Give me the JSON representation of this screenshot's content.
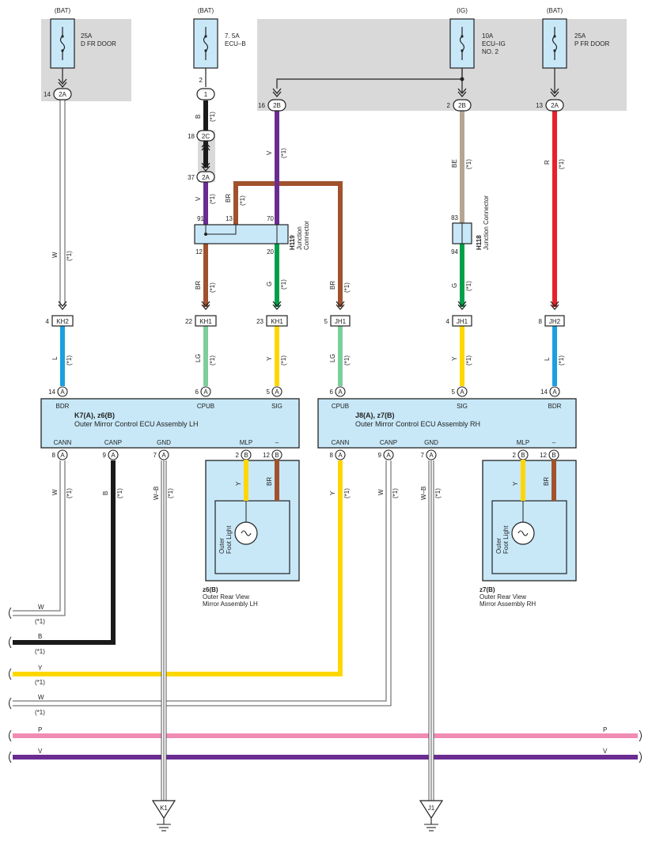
{
  "fuses": {
    "dfr": {
      "source": "(BAT)",
      "rating": "25A",
      "name": "D FR DOOR",
      "pin": "14",
      "conn": "2A"
    },
    "ecub": {
      "source": "(BAT)",
      "rating": "7. 5A",
      "name": "ECU–B",
      "pin": "2",
      "conn": "1"
    },
    "ecuig": {
      "source": "(IG)",
      "rating": "10A",
      "name1": "ECU–IG",
      "name2": "NO. 2",
      "pin": "2",
      "conn": "2B"
    },
    "pfr": {
      "source": "(BAT)",
      "rating": "25A",
      "name": "P FR DOOR",
      "pin": "13",
      "conn": "2A"
    }
  },
  "pin16": {
    "pin": "16",
    "conn": "2B"
  },
  "relay_conn": {
    "c1": {
      "pin": "18",
      "conn": "2C"
    },
    "c2": {
      "pin": "37",
      "conn": "2A"
    }
  },
  "wire_labels": {
    "W": "W",
    "B": "B",
    "V": "V",
    "BR": "BR",
    "G": "G",
    "BE": "BE",
    "R": "R",
    "L": "L",
    "LG": "LG",
    "Y": "Y",
    "WB": "W–B",
    "P": "P",
    "note": "(*1)"
  },
  "h119": {
    "id": "H119",
    "line1": "Junction",
    "line2": "Connector",
    "p91": "91",
    "p13": "13",
    "p70": "70",
    "p12": "12",
    "p20": "20"
  },
  "h118": {
    "id": "H118",
    "line1": "Junction Connector",
    "p83": "83",
    "p94": "94"
  },
  "inline_conns": [
    {
      "pin": "4",
      "conn": "KH2"
    },
    {
      "pin": "22",
      "conn": "KH1"
    },
    {
      "pin": "23",
      "conn": "KH1"
    },
    {
      "pin": "5",
      "conn": "JH1"
    },
    {
      "pin": "4",
      "conn": "JH1"
    },
    {
      "pin": "8",
      "conn": "JH2"
    }
  ],
  "ecu_lh": {
    "title": "K7(A), z6(B)",
    "name": "Outer Mirror Control ECU Assembly LH",
    "top_pins": [
      {
        "n": "14",
        "c": "A",
        "label": "BDR"
      },
      {
        "n": "6",
        "c": "A",
        "label": "CPUB"
      },
      {
        "n": "5",
        "c": "A",
        "label": "SIG"
      }
    ],
    "bottom_pins": [
      {
        "n": "8",
        "c": "A",
        "label": "CANN"
      },
      {
        "n": "9",
        "c": "A",
        "label": "CANP"
      },
      {
        "n": "7",
        "c": "A",
        "label": "GND"
      },
      {
        "n": "2",
        "c": "B",
        "label": "MLP"
      },
      {
        "n": "12",
        "c": "B",
        "label": "–"
      }
    ]
  },
  "ecu_rh": {
    "title": "J8(A), z7(B)",
    "name": "Outer Mirror Control ECU Assembly RH",
    "top_pins": [
      {
        "n": "6",
        "c": "A",
        "label": "CPUB"
      },
      {
        "n": "5",
        "c": "A",
        "label": "SIG"
      },
      {
        "n": "14",
        "c": "A",
        "label": "BDR"
      }
    ],
    "bottom_pins": [
      {
        "n": "8",
        "c": "A",
        "label": "CANN"
      },
      {
        "n": "9",
        "c": "A",
        "label": "CANP"
      },
      {
        "n": "7",
        "c": "A",
        "label": "GND"
      },
      {
        "n": "2",
        "c": "B",
        "label": "MLP"
      },
      {
        "n": "12",
        "c": "B",
        "label": "–"
      }
    ]
  },
  "mirror_lh": {
    "id": "z6(B)",
    "line1": "Outer Rear View",
    "line2": "Mirror Assembly LH",
    "light1": "Outer",
    "light2": "Foot Light"
  },
  "mirror_rh": {
    "id": "z7(B)",
    "line1": "Outer Rear View",
    "line2": "Mirror Assembly RH",
    "light1": "Outer",
    "light2": "Foot Light"
  },
  "grounds": {
    "g1": "K1",
    "g2": "J1"
  },
  "colors": {
    "W": "#ffffff",
    "B": "#1a1a1a",
    "V": "#6a2c91",
    "BR": "#a0522d",
    "G": "#00a04a",
    "BE": "#b5a592",
    "R": "#e8202a",
    "L": "#1aa0e0",
    "LG": "#7dcf9a",
    "Y": "#ffd700",
    "P": "#f08cb4",
    "box": "#c8e8f8",
    "shade": "#d9d9d9"
  }
}
